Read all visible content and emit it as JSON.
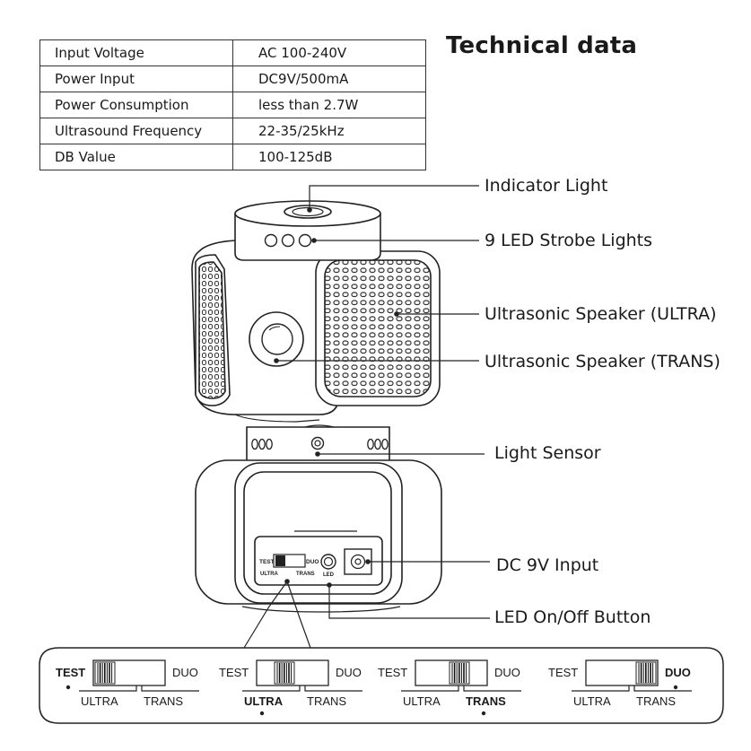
{
  "title": "Technical data",
  "specs": [
    {
      "label": "Input Voltage",
      "value": "AC 100-240V"
    },
    {
      "label": "Power Input",
      "value": "DC9V/500mA"
    },
    {
      "label": "Power Consumption",
      "value": "less than 2.7W"
    },
    {
      "label": "Ultrasound Frequency",
      "value": "22-35/25kHz"
    },
    {
      "label": "DB Value",
      "value": "100-125dB"
    }
  ],
  "callouts": {
    "indicator_light": "Indicator Light",
    "strobe_lights": "9 LED Strobe Lights",
    "speaker_ultra": "Ultrasonic Speaker (ULTRA)",
    "speaker_trans": "Ultrasonic Speaker (TRANS)",
    "light_sensor": "Light Sensor",
    "dc_input": "DC 9V Input",
    "led_button": "LED On/Off Button"
  },
  "panel_labels": {
    "test": "TEST",
    "duo": "DUO",
    "ultra": "ULTRA",
    "trans": "TRANS",
    "led": "LED"
  },
  "switch_modes": [
    {
      "left": "TEST",
      "right": "DUO",
      "bottom_left": "ULTRA",
      "bottom_right": "TRANS",
      "bold": "TEST",
      "position": 0
    },
    {
      "left": "TEST",
      "right": "DUO",
      "bottom_left": "ULTRA",
      "bottom_right": "TRANS",
      "bold": "ULTRA",
      "position": 1
    },
    {
      "left": "TEST",
      "right": "DUO",
      "bottom_left": "ULTRA",
      "bottom_right": "TRANS",
      "bold": "TRANS",
      "position": 2
    },
    {
      "left": "TEST",
      "right": "DUO",
      "bottom_left": "ULTRA",
      "bottom_right": "TRANS",
      "bold": "DUO",
      "position": 3
    }
  ]
}
